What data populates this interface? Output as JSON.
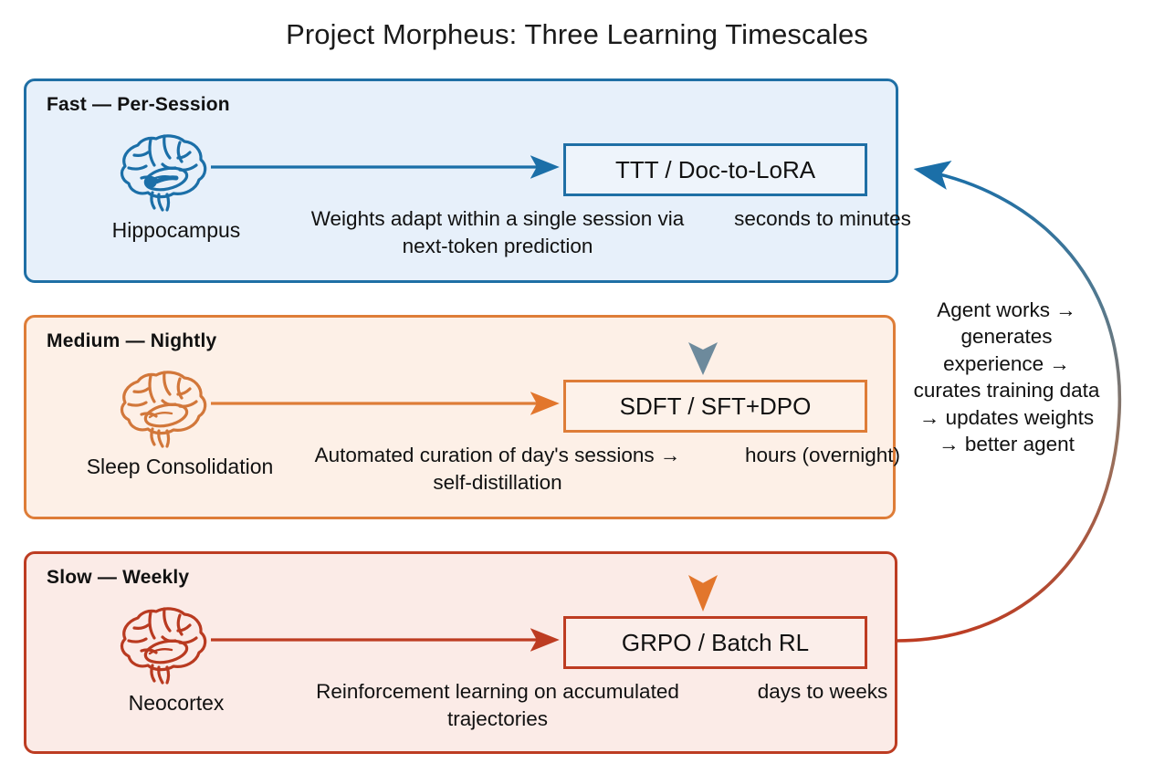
{
  "title": "Project Morpheus: Three Learning Timescales",
  "colors": {
    "fast_border": "#1f6fa5",
    "fast_fill": "#e7f0fa",
    "medium_border": "#de7d38",
    "medium_fill": "#fdf0e7",
    "slow_border": "#bd3c22",
    "slow_fill": "#fbebe7",
    "text": "#111111"
  },
  "panels": [
    {
      "label": "Fast — Per-Session",
      "brain_icon": "brain-icon",
      "brain_caption": "Hippocampus",
      "method": "TTT / Doc-to-LoRA",
      "description": "Weights adapt within a single session via next-token prediction",
      "timing": "seconds to minutes"
    },
    {
      "label": "Medium — Nightly",
      "brain_icon": "brain-icon",
      "brain_caption": "Sleep Consolidation",
      "method": "SDFT / SFT+DPO",
      "description": "Automated curation of day's sessions → self-distillation",
      "timing": "hours (overnight)"
    },
    {
      "label": "Slow — Weekly",
      "brain_icon": "brain-icon",
      "brain_caption": "Neocortex",
      "method": "GRPO / Batch RL",
      "description": "Reinforcement learning on accumulated trajectories",
      "timing": "days to weeks"
    }
  ],
  "loop_caption": "Agent works → generates experience → curates training data → updates weights → better agent"
}
